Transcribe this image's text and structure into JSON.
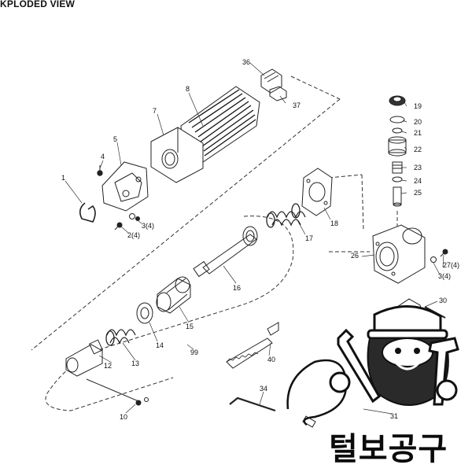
{
  "header": {
    "title": "KPLODED VIEW"
  },
  "parts": [
    {
      "id": "p36",
      "label": "36"
    },
    {
      "id": "p8",
      "label": "8"
    },
    {
      "id": "p37",
      "label": "37"
    },
    {
      "id": "p7",
      "label": "7"
    },
    {
      "id": "p4",
      "label": "4"
    },
    {
      "id": "p5",
      "label": "5"
    },
    {
      "id": "p1",
      "label": "1"
    },
    {
      "id": "p3a",
      "label": "3(4)"
    },
    {
      "id": "p2",
      "label": "2(4)"
    },
    {
      "id": "p19",
      "label": "19"
    },
    {
      "id": "p20",
      "label": "20"
    },
    {
      "id": "p21",
      "label": "21"
    },
    {
      "id": "p22",
      "label": "22"
    },
    {
      "id": "p23",
      "label": "23"
    },
    {
      "id": "p24",
      "label": "24"
    },
    {
      "id": "p25",
      "label": "25"
    },
    {
      "id": "p18",
      "label": "18"
    },
    {
      "id": "p17",
      "label": "17"
    },
    {
      "id": "p26",
      "label": "26"
    },
    {
      "id": "p27",
      "label": "27(4)"
    },
    {
      "id": "p3b",
      "label": "3(4)"
    },
    {
      "id": "p16",
      "label": "16"
    },
    {
      "id": "p15",
      "label": "15"
    },
    {
      "id": "p14",
      "label": "14"
    },
    {
      "id": "p13",
      "label": "13"
    },
    {
      "id": "p12",
      "label": "12"
    },
    {
      "id": "p99",
      "label": "99"
    },
    {
      "id": "p30",
      "label": "30"
    },
    {
      "id": "p40",
      "label": "40"
    },
    {
      "id": "p34",
      "label": "34"
    },
    {
      "id": "p31",
      "label": "31"
    },
    {
      "id": "p10",
      "label": "10"
    }
  ],
  "watermark": {
    "brand_text": "털보공구"
  }
}
